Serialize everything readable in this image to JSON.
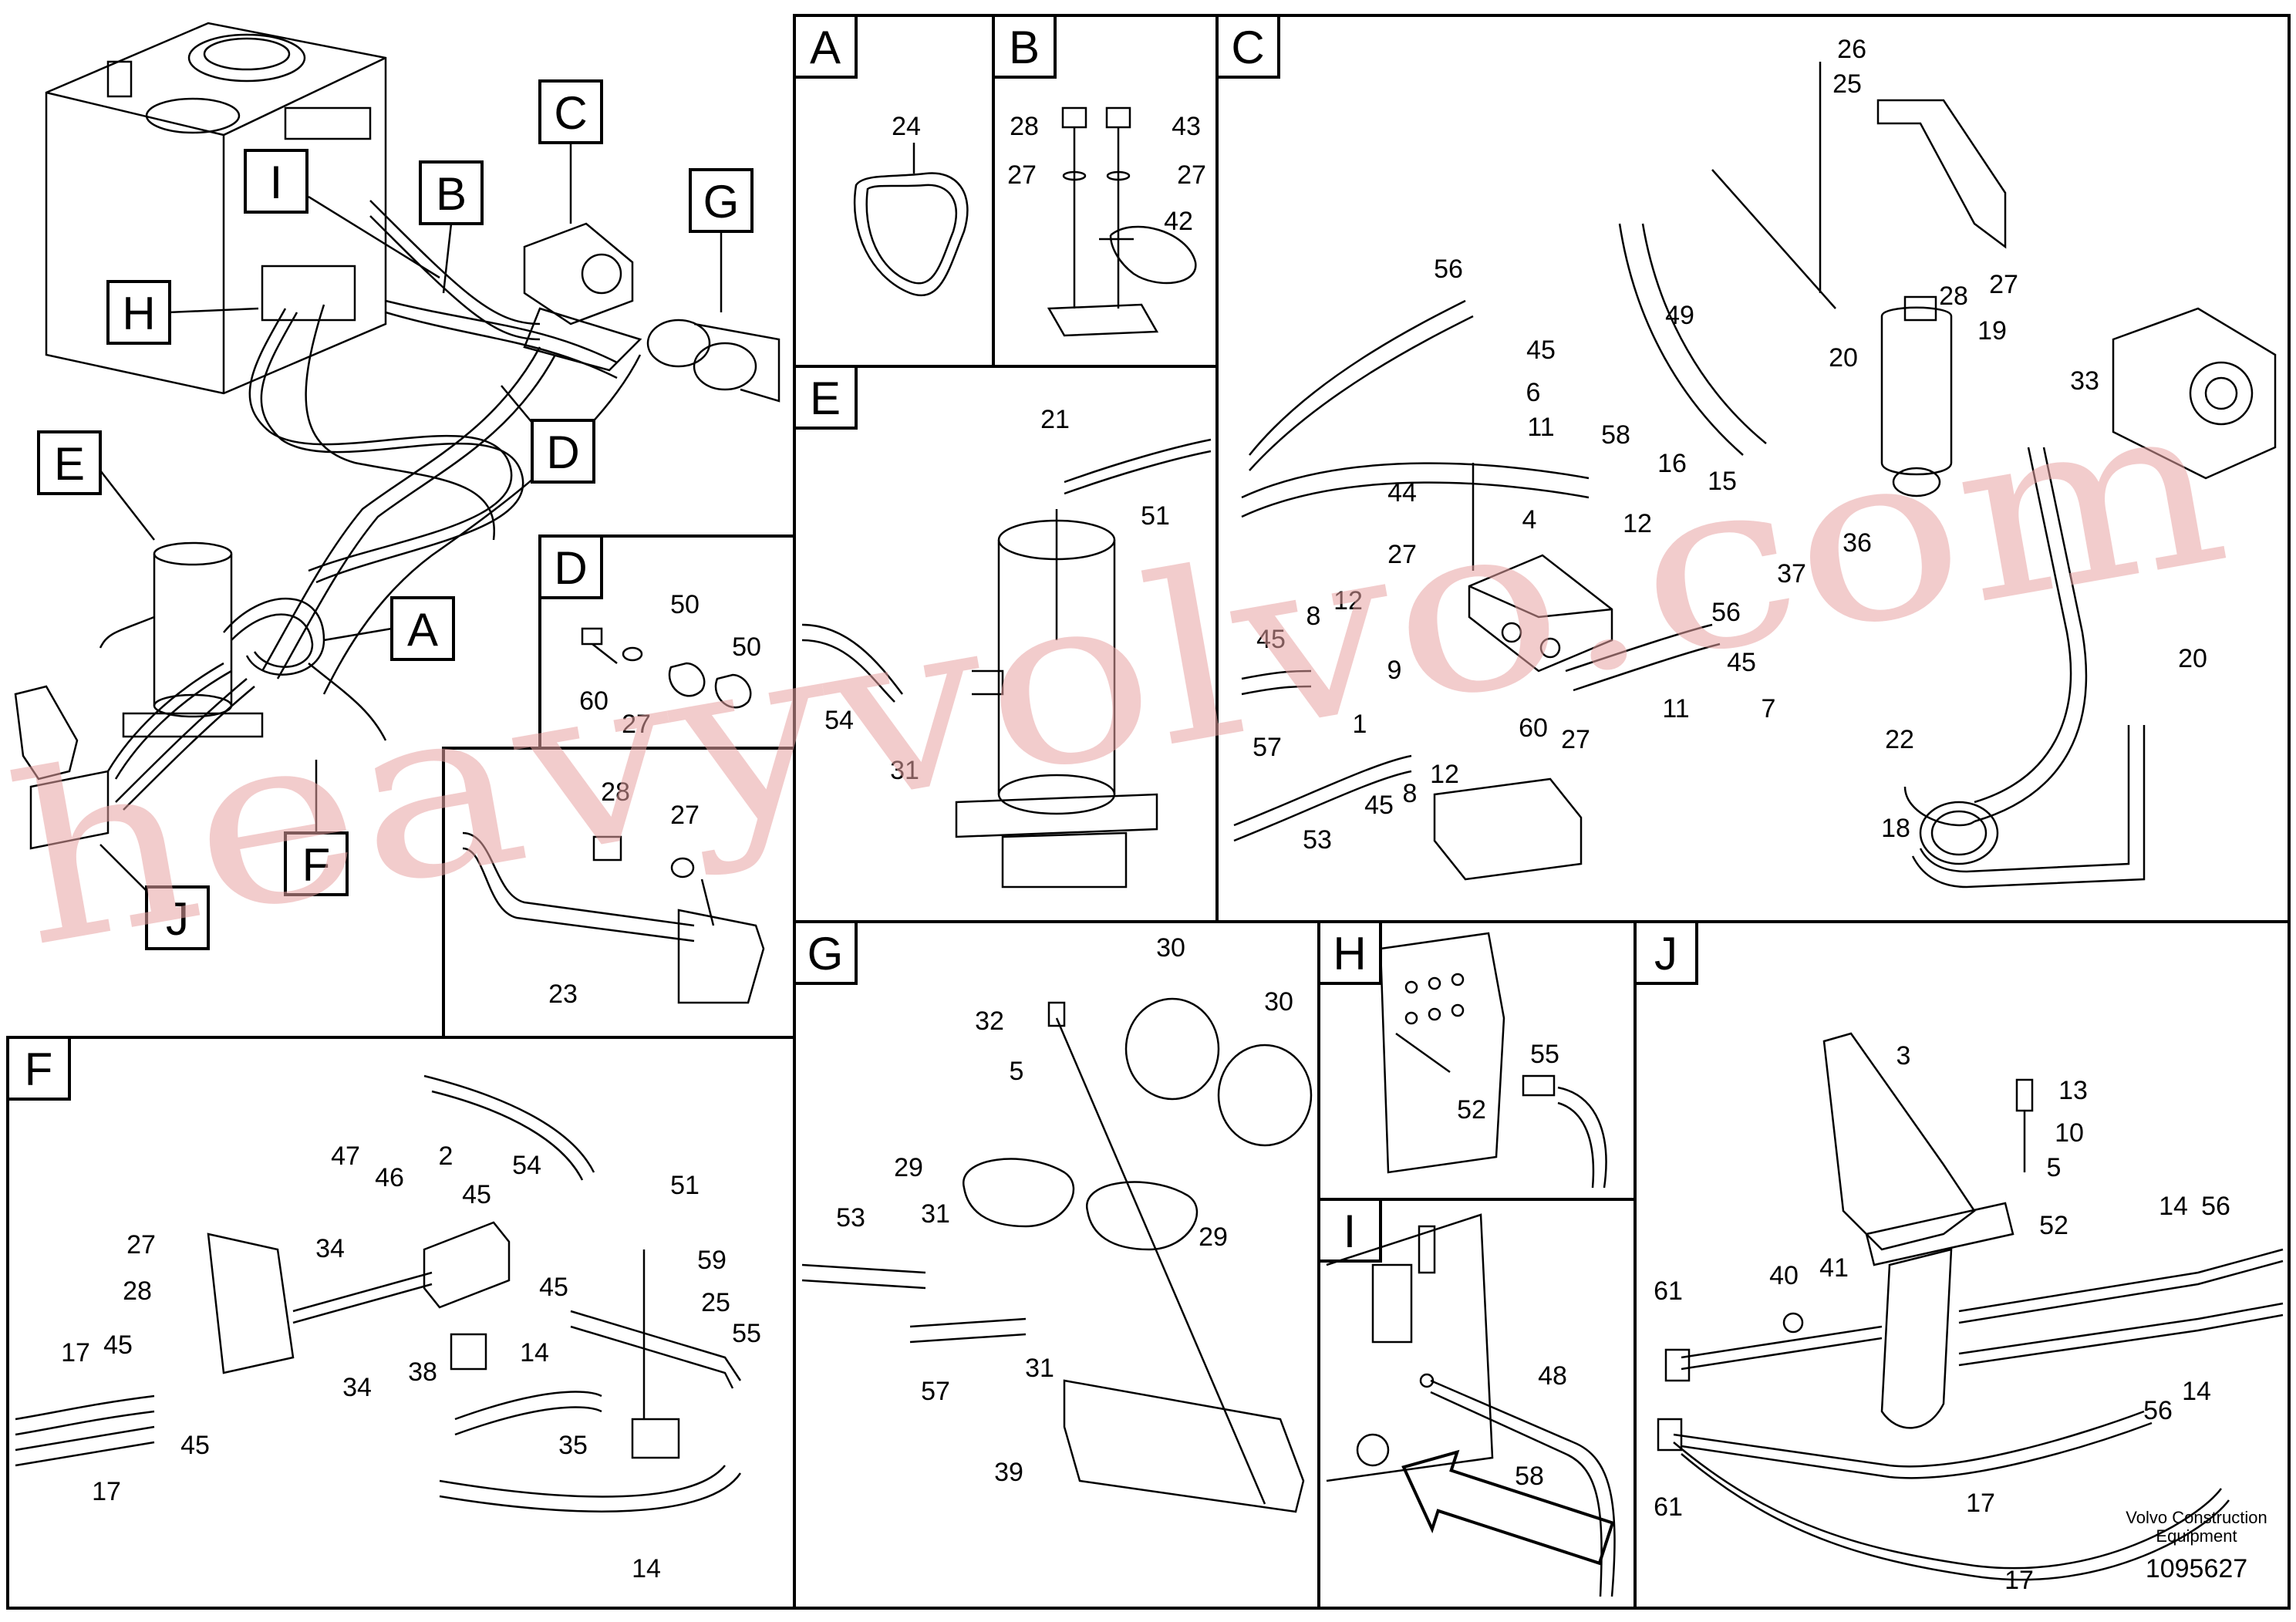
{
  "panels": {
    "A": {
      "letter": "A",
      "labels": [
        "24"
      ]
    },
    "B": {
      "letter": "B",
      "labels": [
        "28",
        "43",
        "27",
        "27",
        "42"
      ]
    },
    "C": {
      "letter": "C",
      "labels": [
        "26",
        "25",
        "27",
        "28",
        "19",
        "20",
        "49",
        "56",
        "45",
        "6",
        "11",
        "58",
        "16",
        "15",
        "33",
        "44",
        "4",
        "12",
        "27",
        "37",
        "36",
        "20",
        "12",
        "8",
        "45",
        "9",
        "56",
        "45",
        "57",
        "1",
        "11",
        "7",
        "60",
        "27",
        "22",
        "12",
        "45",
        "8",
        "53",
        "18"
      ]
    },
    "D": {
      "letter": "D",
      "labels": [
        "50",
        "50",
        "60",
        "27",
        "28",
        "27",
        "23"
      ]
    },
    "E": {
      "letter": "E",
      "labels": [
        "21",
        "51",
        "54",
        "31"
      ]
    },
    "F": {
      "letter": "F",
      "labels": [
        "2",
        "47",
        "46",
        "45",
        "54",
        "51",
        "27",
        "34",
        "45",
        "59",
        "28",
        "25",
        "55",
        "17",
        "45",
        "34",
        "38",
        "14",
        "35",
        "45",
        "17",
        "14"
      ]
    },
    "G": {
      "letter": "G",
      "labels": [
        "30",
        "30",
        "32",
        "5",
        "29",
        "53",
        "31",
        "29",
        "57",
        "31",
        "39"
      ]
    },
    "H": {
      "letter": "H",
      "labels": [
        "55",
        "52"
      ]
    },
    "I": {
      "letter": "I",
      "labels": [
        "48",
        "58"
      ]
    },
    "J": {
      "letter": "J",
      "labels": [
        "3",
        "13",
        "10",
        "5",
        "14",
        "56",
        "52",
        "40",
        "41",
        "61",
        "56",
        "14",
        "61",
        "17",
        "17"
      ]
    }
  },
  "overview_callouts": [
    "C",
    "I",
    "B",
    "G",
    "H",
    "E",
    "A",
    "D",
    "F",
    "J"
  ],
  "publisher": {
    "line1": "Volvo Construction",
    "line2": "Equipment"
  },
  "doc_number": "1095627",
  "watermark": "heavyvolvo.com",
  "colors": {
    "line": "#000000",
    "watermark": "#e8a3a3",
    "background": "#ffffff"
  }
}
